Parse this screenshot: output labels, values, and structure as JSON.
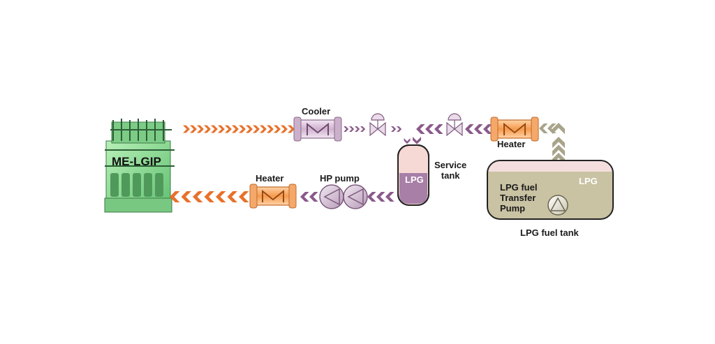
{
  "engine": {
    "name": "ME-LGIP"
  },
  "components": {
    "cooler": "Cooler",
    "heater_top": "Heater",
    "heater_bottom": "Heater",
    "hp_pump": "HP pump",
    "service_tank": "Service\ntank",
    "service_tank_content": "LPG",
    "fuel_tank_content": "LPG",
    "transfer_pump": "LPG fuel\nTransfer\nPump",
    "fuel_tank": "LPG fuel tank"
  },
  "colors": {
    "hot_line": "#e8712a",
    "lpg_line": "#8a5a8a",
    "transfer_line": "#a8a48a",
    "engine_green": "#8fd98f",
    "tank_fill": "#c8c0a0",
    "tank_top": "#f3dedd",
    "service_tank_fill": "#a77fa7",
    "service_tank_top": "#f6d9d4",
    "heater_fill": "#f6a05a",
    "cooler_fill": "#dcc4dc"
  }
}
